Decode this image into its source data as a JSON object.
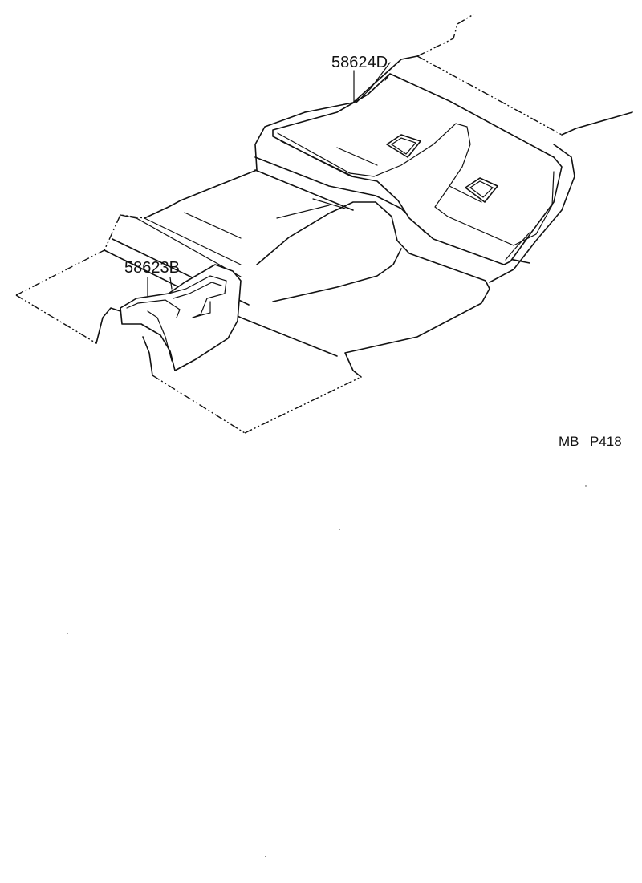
{
  "callouts": {
    "rear_insulator": "58624D",
    "front_insulator": "58623B"
  },
  "figure_code": {
    "model": "MB",
    "page": "P418"
  }
}
